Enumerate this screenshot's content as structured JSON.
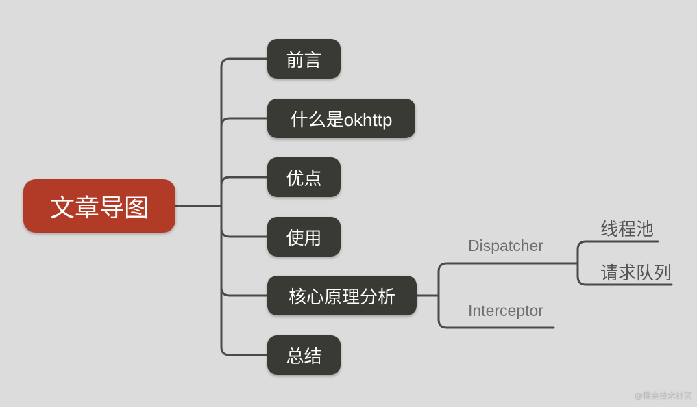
{
  "canvas": {
    "watermark": "@掘金技术社区",
    "background_color": "#dcdcdc",
    "line_color": "#4a4a47"
  },
  "mindmap": {
    "root": {
      "label": "文章导图",
      "color": "#b23b27",
      "text_color": "#ffffff"
    },
    "level2_color": "#3a3a34",
    "level2": [
      {
        "label": "前言"
      },
      {
        "label": "什么是okhttp"
      },
      {
        "label": "优点"
      },
      {
        "label": "使用"
      },
      {
        "label": "核心原理分析"
      },
      {
        "label": "总结"
      }
    ],
    "level3": [
      {
        "label": "Dispatcher",
        "parent": "核心原理分析"
      },
      {
        "label": "Interceptor",
        "parent": "核心原理分析"
      }
    ],
    "level4": [
      {
        "label": "线程池",
        "parent": "Dispatcher"
      },
      {
        "label": "请求队列",
        "parent": "Dispatcher"
      }
    ]
  }
}
